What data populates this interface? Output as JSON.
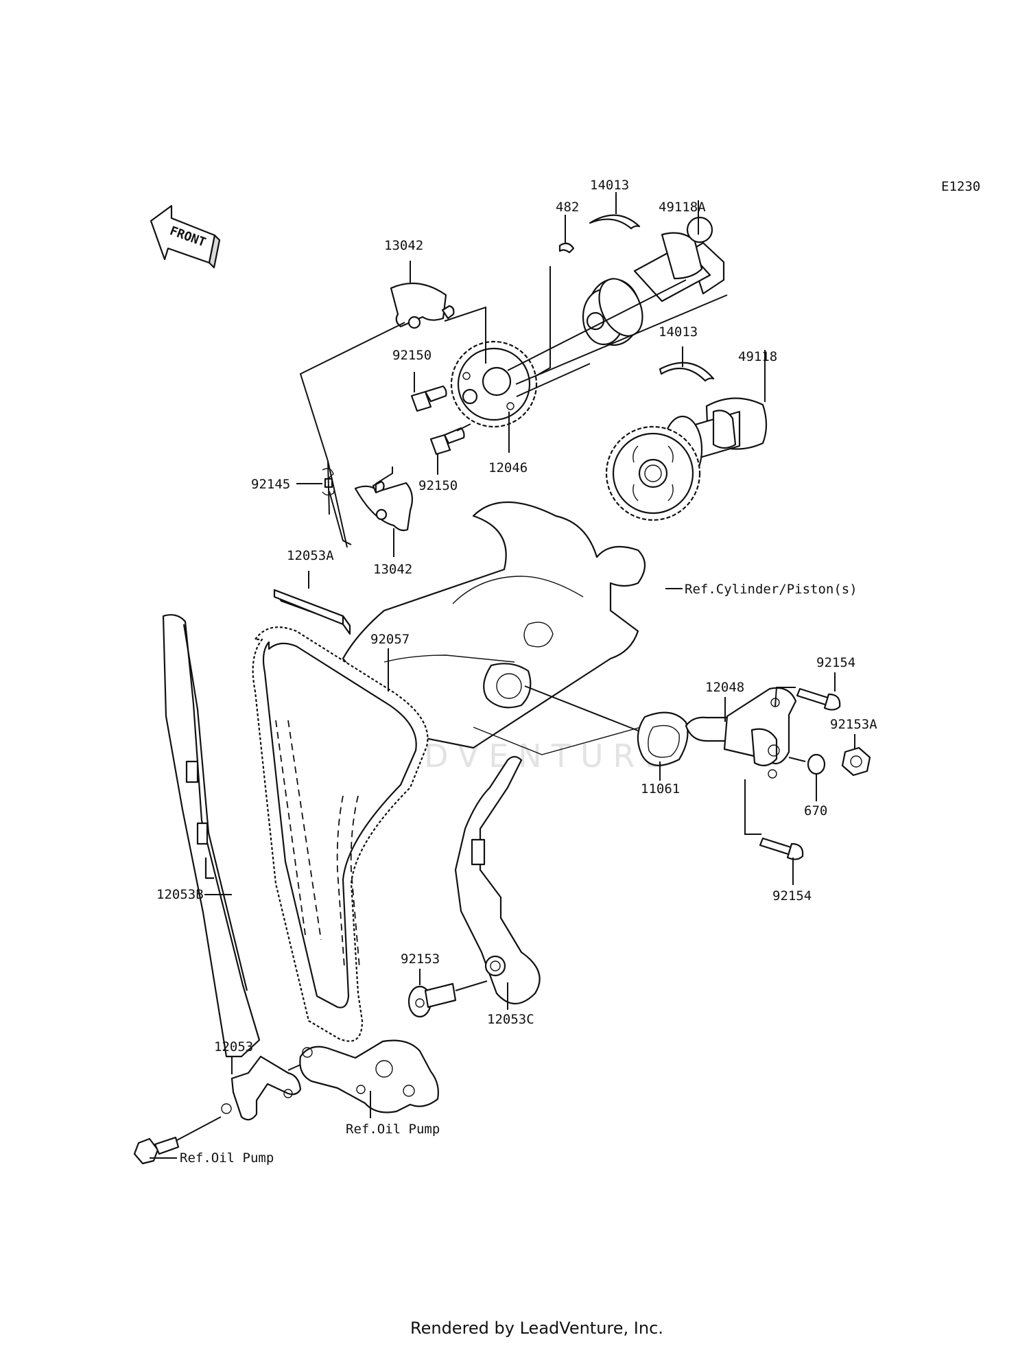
{
  "diagram": {
    "code": "E1230",
    "front_label": "FRONT",
    "watermark": "LEADVENTURE",
    "footer": "Rendered by LeadVenture, Inc.",
    "refs": {
      "cylinder": "Ref.Cylinder/Piston(s)",
      "oil_pump_bracket": "Ref.Oil Pump",
      "oil_pump_bolt": "Ref.Oil Pump"
    },
    "parts": {
      "p14013_top": "14013",
      "p49118a": "49118A",
      "p482": "482",
      "p13042_top": "13042",
      "p92150_upper": "92150",
      "p14013_mid": "14013",
      "p49118": "49118",
      "p92145": "92145",
      "p92150_lower": "92150",
      "p12046": "12046",
      "p13042_lower": "13042",
      "p12053a": "12053A",
      "p92057": "92057",
      "p92154_top": "92154",
      "p12048": "12048",
      "p92153a": "92153A",
      "p11061": "11061",
      "p670": "670",
      "p92154_bottom": "92154",
      "p12053b": "12053B",
      "p92153": "92153",
      "p12053c": "12053C",
      "p12053": "12053"
    }
  }
}
